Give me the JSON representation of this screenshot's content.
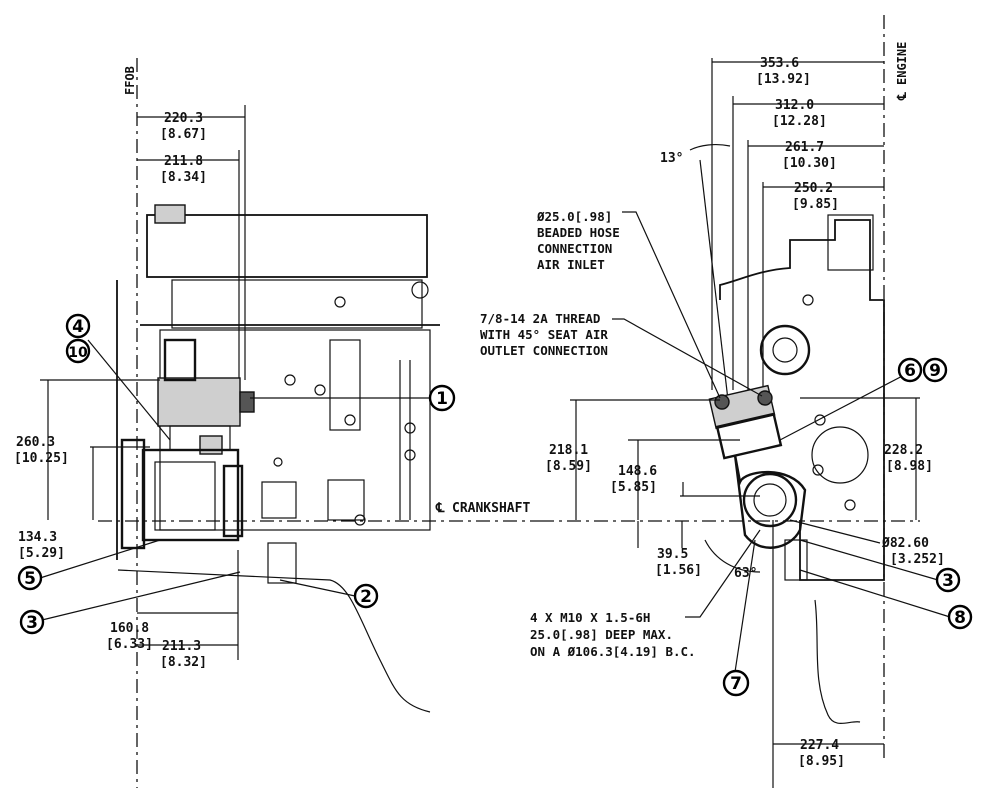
{
  "left_view": {
    "ref_label": "FFOB",
    "dimensions": [
      {
        "value": "220.3",
        "inch": "[8.67]"
      },
      {
        "value": "211.8",
        "inch": "[8.34]"
      },
      {
        "value": "260.3",
        "inch": "[10.25]"
      },
      {
        "value": "134.3",
        "inch": "[5.29]"
      },
      {
        "value": "160.8",
        "inch": "[6.33]"
      },
      {
        "value": "211.3",
        "inch": "[8.32]"
      }
    ],
    "balloons": [
      "4",
      "10",
      "1",
      "5",
      "3",
      "2"
    ],
    "crankshaft_label": "CRANKSHAFT"
  },
  "right_view": {
    "ref_label": "ENGINE",
    "dimensions": [
      {
        "value": "353.6",
        "inch": "[13.92]"
      },
      {
        "value": "312.0",
        "inch": "[12.28]"
      },
      {
        "value": "261.7",
        "inch": "[10.30]"
      },
      {
        "value": "250.2",
        "inch": "[9.85]"
      },
      {
        "value": "218.1",
        "inch": "[8.59]"
      },
      {
        "value": "148.6",
        "inch": "[5.85]"
      },
      {
        "value": "228.2",
        "inch": "[8.98]"
      },
      {
        "value": "39.5",
        "inch": "[1.56]"
      },
      {
        "value": "Ø82.60",
        "inch": "[3.252]"
      },
      {
        "value": "227.4",
        "inch": "[8.95]"
      }
    ],
    "angles": [
      "13°",
      "63°"
    ],
    "notes": {
      "inlet": [
        "Ø25.0[.98]",
        "BEADED HOSE",
        "CONNECTION",
        "AIR INLET"
      ],
      "outlet": [
        "7/8-14 2A THREAD",
        "WITH 45° SEAT AIR",
        "OUTLET CONNECTION"
      ],
      "mounting": [
        "4 X M10 X 1.5-6H",
        "25.0[.98] DEEP MAX.",
        "ON A Ø106.3[4.19] B.C."
      ]
    },
    "balloons": [
      "6",
      "9",
      "3",
      "8",
      "7"
    ]
  }
}
